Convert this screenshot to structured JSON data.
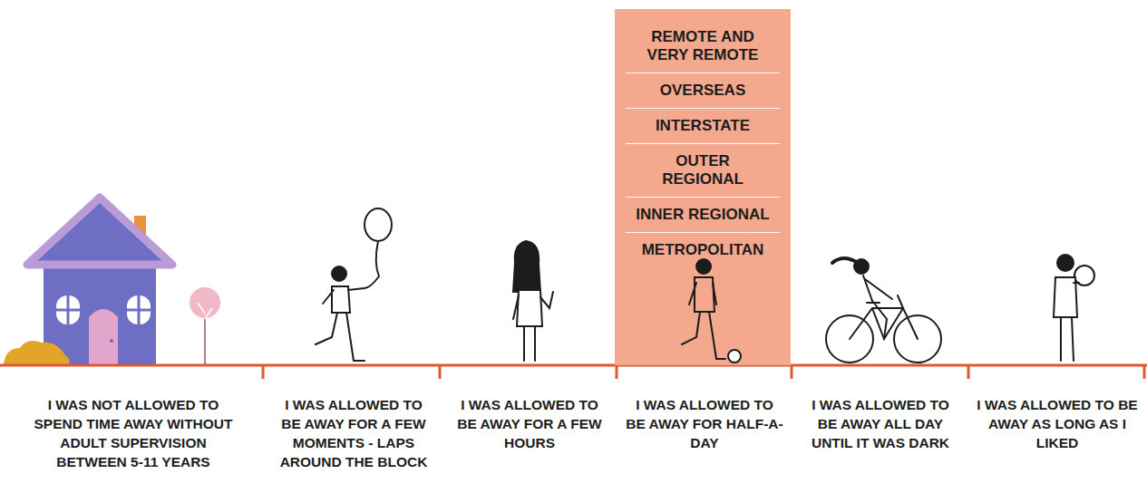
{
  "diagram": {
    "nodes": [
      {
        "text": [
          "REMOTE AND VERY REMOTE",
          "OVERSEAS",
          "INTERSTATE",
          "OUTER REGIONAL",
          "INNER REGIONAL",
          "METROPOLITAN"
        ]
      }
    ],
    "labels": [
      "I WAS NOT ALLOWED TO SPEND TIME AWAY WITHOUT ADULT SUPERVISION BETWEEN 5-11 YEARS",
      "I WAS ALLOWED TO BE AWAY FOR A FEW MOMENTS - LAPS AROUND THE BLOCK",
      "I WAS ALLOWED TO BE AWAY FOR A FEW HOURS",
      "I WAS ALLOWED TO BE AWAY FOR HALF-A-DAY",
      "I WAS ALLOWED TO BE AWAY ALL DAY UNTIL IT WAS DARK",
      "I WAS ALLOWED TO BE AWAY AS LONG AS I LIKED"
    ]
  }
}
